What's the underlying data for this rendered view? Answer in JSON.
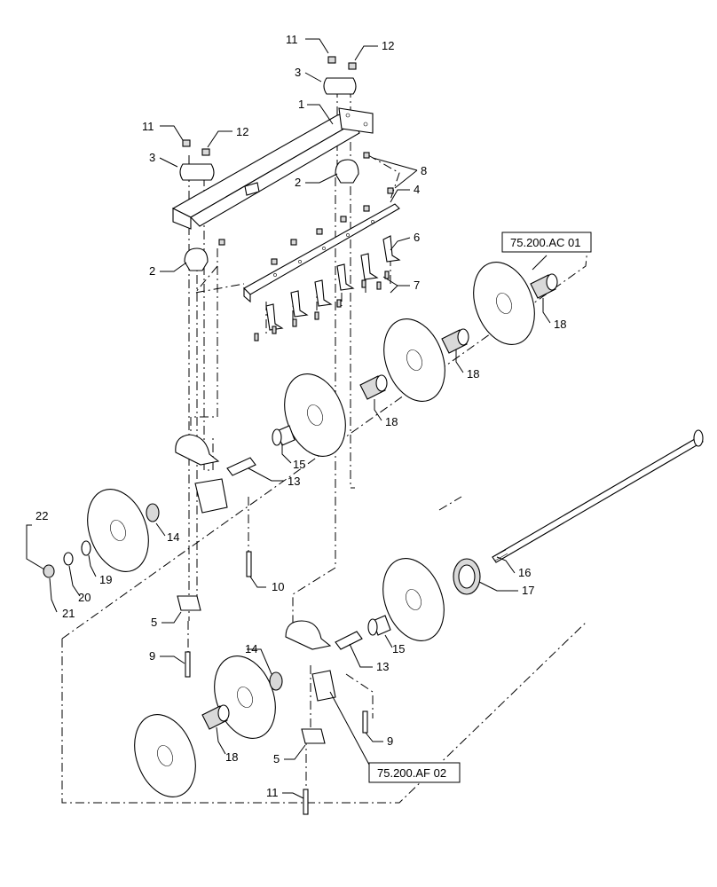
{
  "callouts": [
    {
      "id": "c11a",
      "text": "11"
    },
    {
      "id": "c12a",
      "text": "12"
    },
    {
      "id": "c3a",
      "text": "3"
    },
    {
      "id": "c1",
      "text": "1"
    },
    {
      "id": "c11b",
      "text": "11"
    },
    {
      "id": "c12b",
      "text": "12"
    },
    {
      "id": "c3b",
      "text": "3"
    },
    {
      "id": "c8",
      "text": "8"
    },
    {
      "id": "c2a",
      "text": "2"
    },
    {
      "id": "c4",
      "text": "4"
    },
    {
      "id": "c6",
      "text": "6"
    },
    {
      "id": "c2b",
      "text": "2"
    },
    {
      "id": "c7",
      "text": "7"
    },
    {
      "id": "c18a",
      "text": "18"
    },
    {
      "id": "c18b",
      "text": "18"
    },
    {
      "id": "c18c",
      "text": "18"
    },
    {
      "id": "c15a",
      "text": "15"
    },
    {
      "id": "c13a",
      "text": "13"
    },
    {
      "id": "c22",
      "text": "22"
    },
    {
      "id": "c14a",
      "text": "14"
    },
    {
      "id": "c19",
      "text": "19"
    },
    {
      "id": "c20",
      "text": "20"
    },
    {
      "id": "c21",
      "text": "21"
    },
    {
      "id": "c10",
      "text": "10"
    },
    {
      "id": "c16",
      "text": "16"
    },
    {
      "id": "c17",
      "text": "17"
    },
    {
      "id": "c5a",
      "text": "5"
    },
    {
      "id": "c15b",
      "text": "15"
    },
    {
      "id": "c13b",
      "text": "13"
    },
    {
      "id": "c9a",
      "text": "9"
    },
    {
      "id": "c14b",
      "text": "14"
    },
    {
      "id": "c9b",
      "text": "9"
    },
    {
      "id": "c18d",
      "text": "18"
    },
    {
      "id": "c5b",
      "text": "5"
    },
    {
      "id": "c11c",
      "text": "11"
    }
  ],
  "references": {
    "ref_top": "75.200.AC 01",
    "ref_bottom": "75.200.AF 02"
  }
}
